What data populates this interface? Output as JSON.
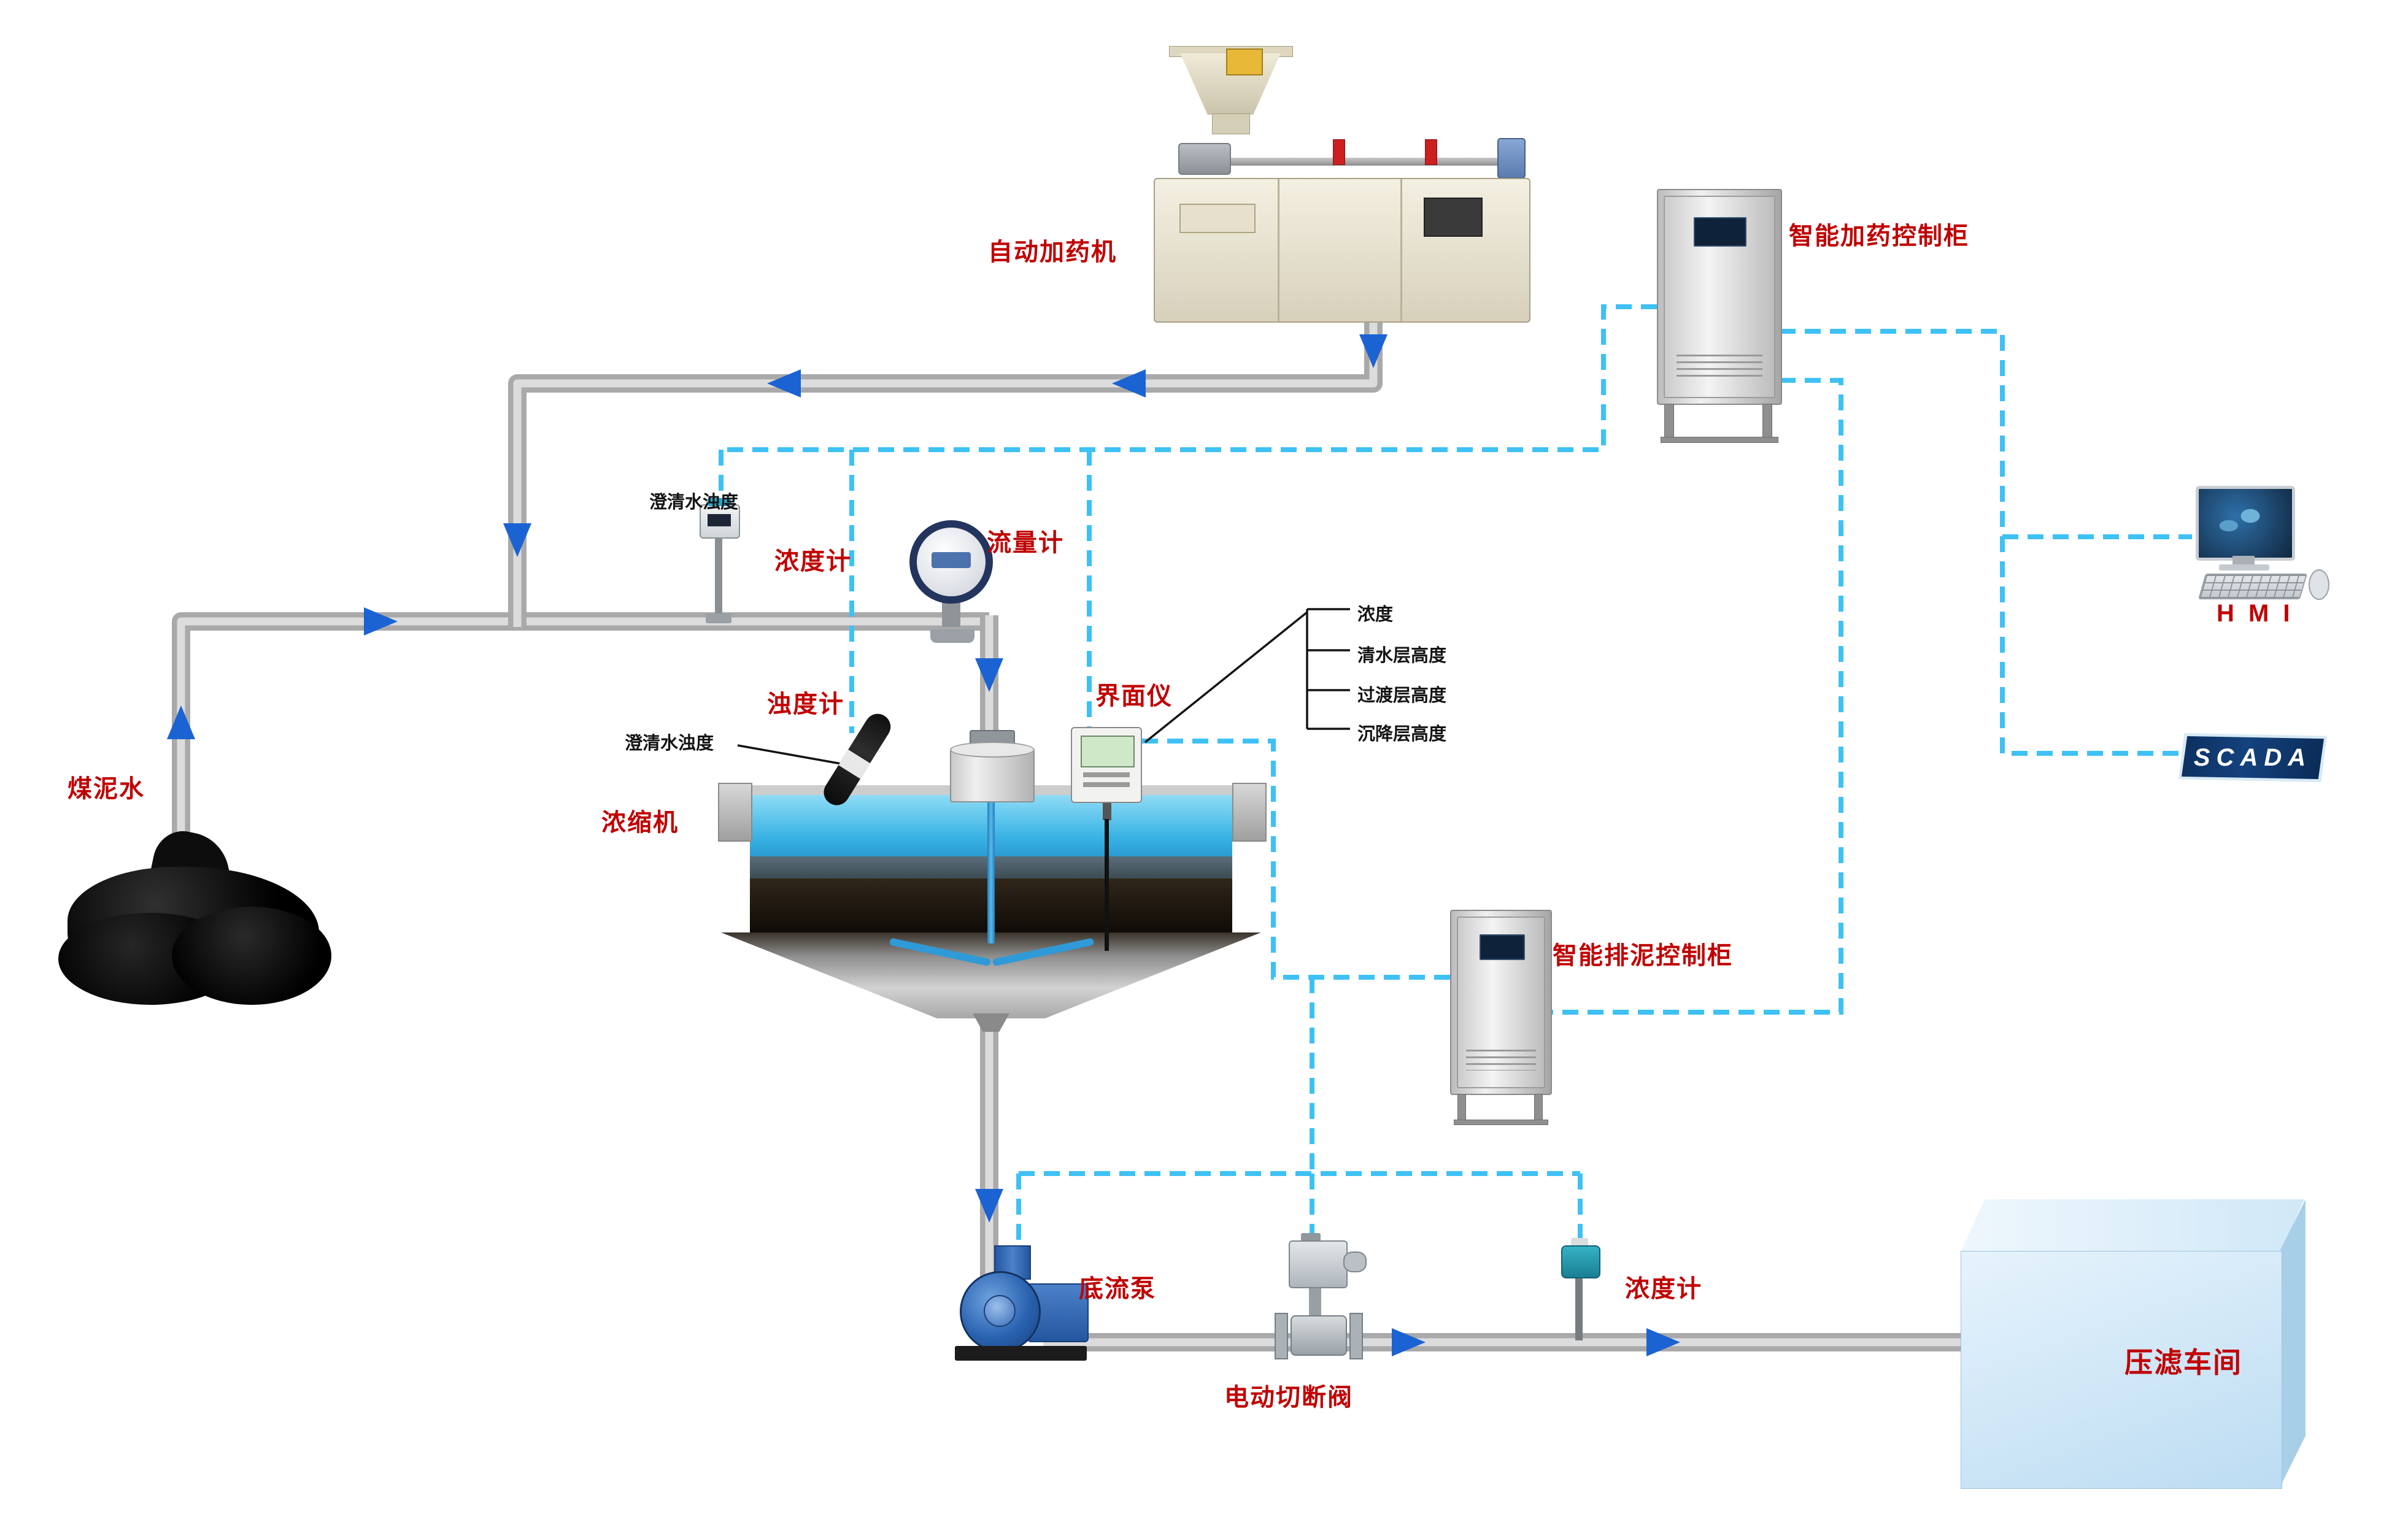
{
  "diagram": {
    "labels": {
      "dosing_machine": "自动加药机",
      "dosing_cabinet": "智能加药控制柜",
      "coal_slurry": "煤泥水",
      "clarified_water_turbidity_top": "澄清水浊度",
      "concentration_meter_top": "浓度计",
      "flow_meter": "流量计",
      "turbidity_meter": "浊度计",
      "clarified_water_turbidity_mid": "澄清水浊度",
      "thickener": "浓缩机",
      "interface_meter": "界面仪",
      "interface_outputs": [
        "浓度",
        "清水层高度",
        "过渡层高度",
        "沉降层高度"
      ],
      "mud_cabinet": "智能排泥控制柜",
      "hmi": "H M I",
      "scada": "SCADA",
      "underflow_pump": "底流泵",
      "electric_shutoff_valve": "电动切断阀",
      "concentration_meter_bottom": "浓度计",
      "filter_press_workshop": "压滤车间"
    },
    "colors": {
      "label_red": "#c00000",
      "pipe_gray": "#a9a9a9",
      "signal_dashed_blue": "#3ec1f4",
      "flow_arrow_blue": "#1b63d3",
      "water_blue": "#38b2e4"
    }
  }
}
